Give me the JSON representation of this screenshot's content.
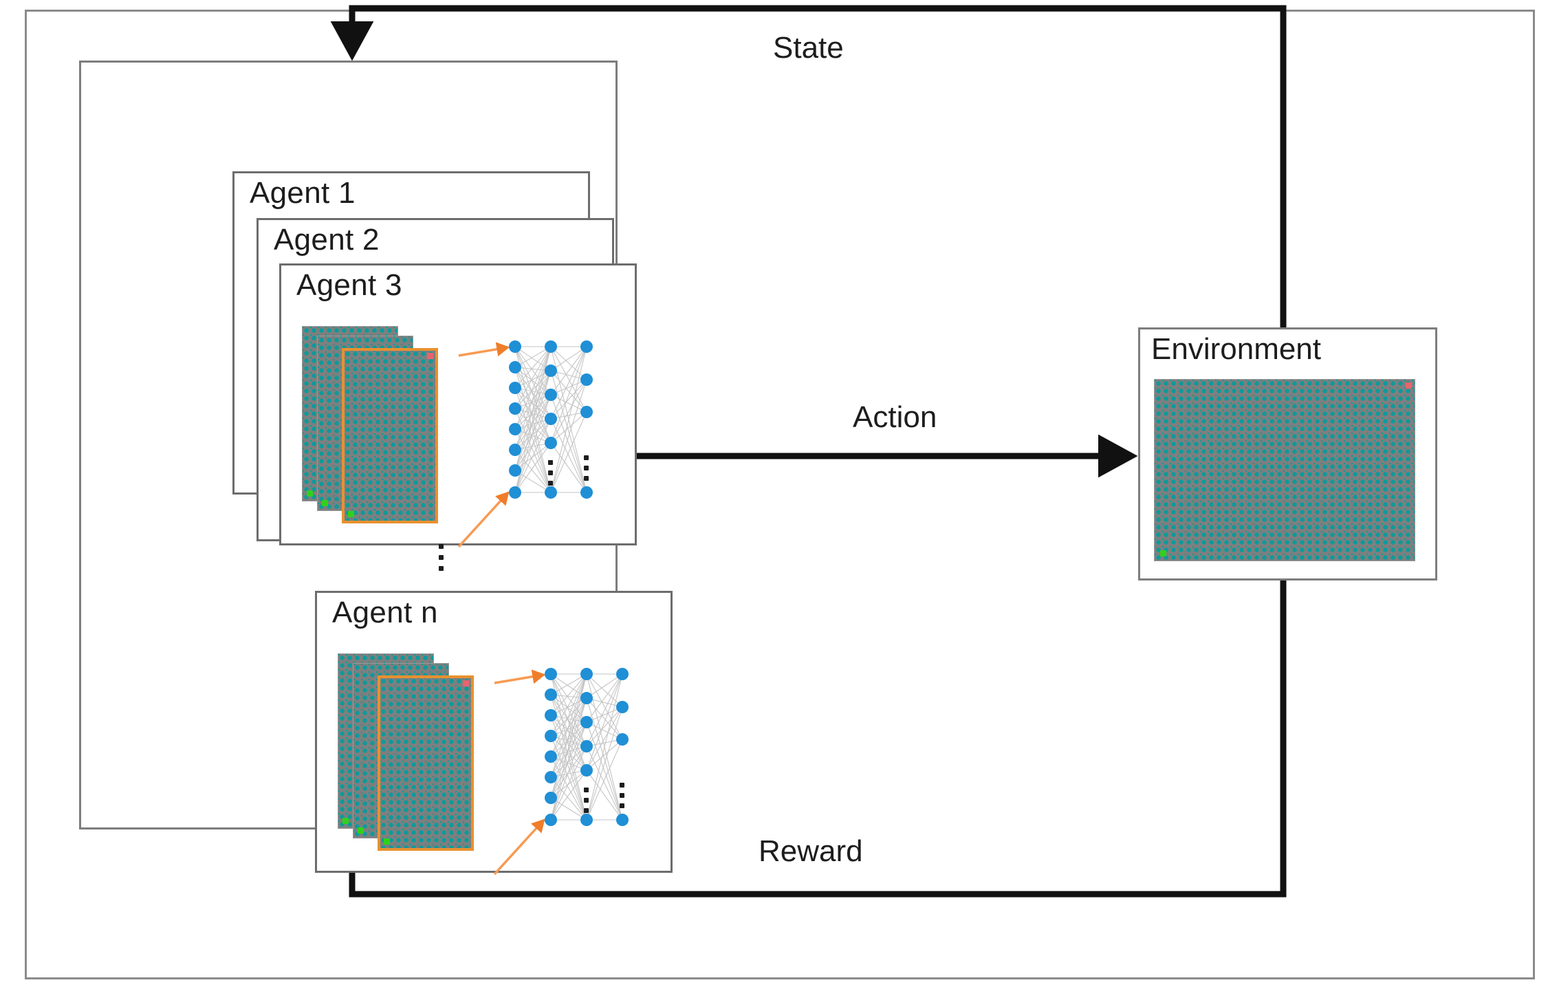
{
  "diagram": {
    "title": "Multi-agent reinforcement learning loop",
    "type": "reinforcement-learning-block-diagram",
    "colors": {
      "frame_border": "#8b8b8b",
      "box_border": "#7d7d7d",
      "arrow": "#111111",
      "node_blue": "#1f8fd6",
      "edge_gray": "#b8b8b8",
      "grid_teal": "#0d9a9a",
      "grid_gray": "#7f7f7f",
      "highlight_orange": "#e8912f",
      "goal_green": "#31d11a",
      "start_red": "#e8646e",
      "text": "#1d1d1d"
    }
  },
  "agents_container": {
    "name": "agents",
    "ellipsis": "⋮"
  },
  "agents": [
    {
      "label": "Agent 1",
      "has_network": false
    },
    {
      "label": "Agent 2",
      "has_network": false
    },
    {
      "label": "Agent 3",
      "has_network": true
    },
    {
      "label": "Agent n",
      "has_network": true
    }
  ],
  "environment": {
    "label": "Environment",
    "grid_markers": {
      "goal_label": "goal-marker",
      "start_label": "start-marker"
    }
  },
  "edges": [
    {
      "id": "state",
      "label": "State",
      "from": "environment",
      "to": "agents"
    },
    {
      "id": "action",
      "label": "Action",
      "from": "agents",
      "to": "environment"
    },
    {
      "id": "reward",
      "label": "Reward",
      "from": "environment",
      "to": "agents"
    }
  ],
  "neural_network": {
    "layers": [
      {
        "name": "input",
        "visible_nodes": 8,
        "ellipsis": false
      },
      {
        "name": "hidden",
        "visible_nodes": 6,
        "ellipsis": true
      },
      {
        "name": "output",
        "visible_nodes": 5,
        "ellipsis": true
      }
    ],
    "ellipsis_glyph": "⋮",
    "fully_connected": true
  },
  "state_stack": {
    "frames": 3,
    "highlighted_frame_index": 2,
    "description": "stack of observation grids, front frame highlighted"
  }
}
